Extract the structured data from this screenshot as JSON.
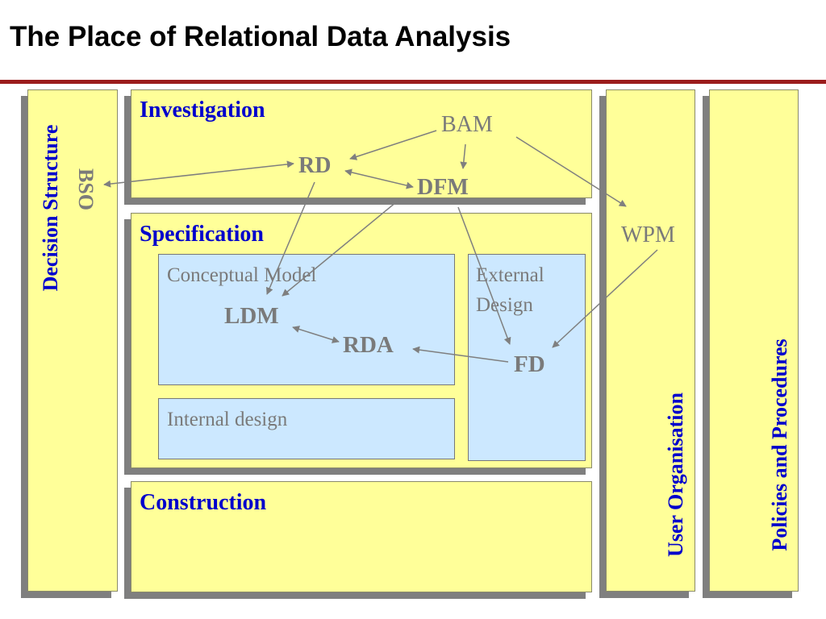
{
  "title": "The Place of Relational Data Analysis",
  "columns": {
    "decision_structure": "Decision Structure",
    "bso": "BSO",
    "user_organisation": "User Organisation",
    "policies_procedures": "Policies and Procedures"
  },
  "stages": {
    "investigation": "Investigation",
    "specification": "Specification",
    "construction": "Construction"
  },
  "sub_boxes": {
    "conceptual_model": "Conceptual Model",
    "external_design_line1": "External",
    "external_design_line2": "Design",
    "internal_design": "Internal design"
  },
  "nodes": {
    "bam": "BAM",
    "rd": "RD",
    "dfm": "DFM",
    "wpm": "WPM",
    "ldm": "LDM",
    "rda": "RDA",
    "fd": "FD"
  },
  "colors": {
    "panel": "#ffff99",
    "sub_box": "#cce8ff",
    "heading_blue": "#0000cc",
    "node_grey": "#7a7a7a",
    "title_rule": "#9b1c1c"
  }
}
